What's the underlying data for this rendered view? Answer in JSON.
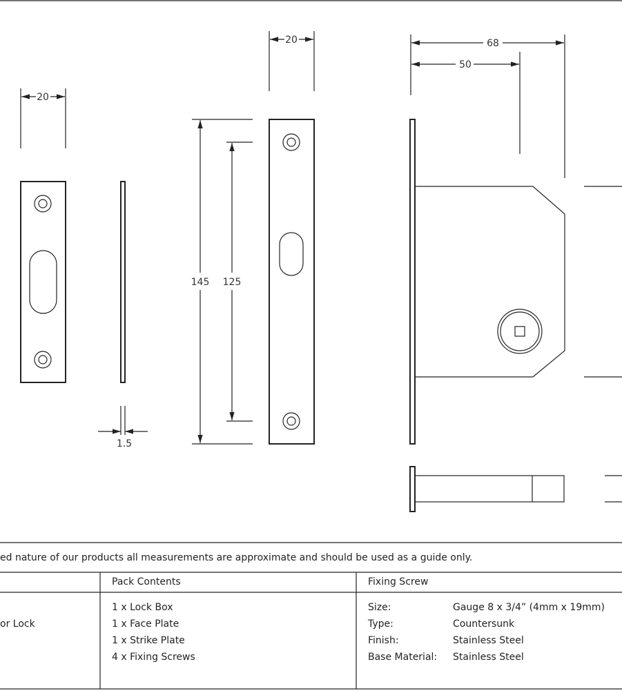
{
  "dimensions": {
    "strike_width": "20",
    "strike_thickness": "1.5",
    "face_width": "20",
    "face_height": "145",
    "face_hole_spacing": "125",
    "backset_overall": "68",
    "backset": "50"
  },
  "note": "ed nature of our products all measurements are approximate and should be used as a guide only.",
  "table": {
    "col1_value": "or Lock",
    "pack_contents": {
      "header": "Pack Contents",
      "items": [
        "1 x Lock Box",
        "1 x Face Plate",
        "1 x Strike Plate",
        "4 x Fixing Screws"
      ]
    },
    "fixing_screw": {
      "header": "Fixing Screw",
      "rows": [
        {
          "label": "Size:",
          "value": "Gauge 8 x 3/4” (4mm x 19mm)"
        },
        {
          "label": "Type:",
          "value": "Countersunk"
        },
        {
          "label": "Finish:",
          "value": "Stainless Steel"
        },
        {
          "label": "Base Material:",
          "value": "Stainless Steel"
        }
      ]
    }
  }
}
